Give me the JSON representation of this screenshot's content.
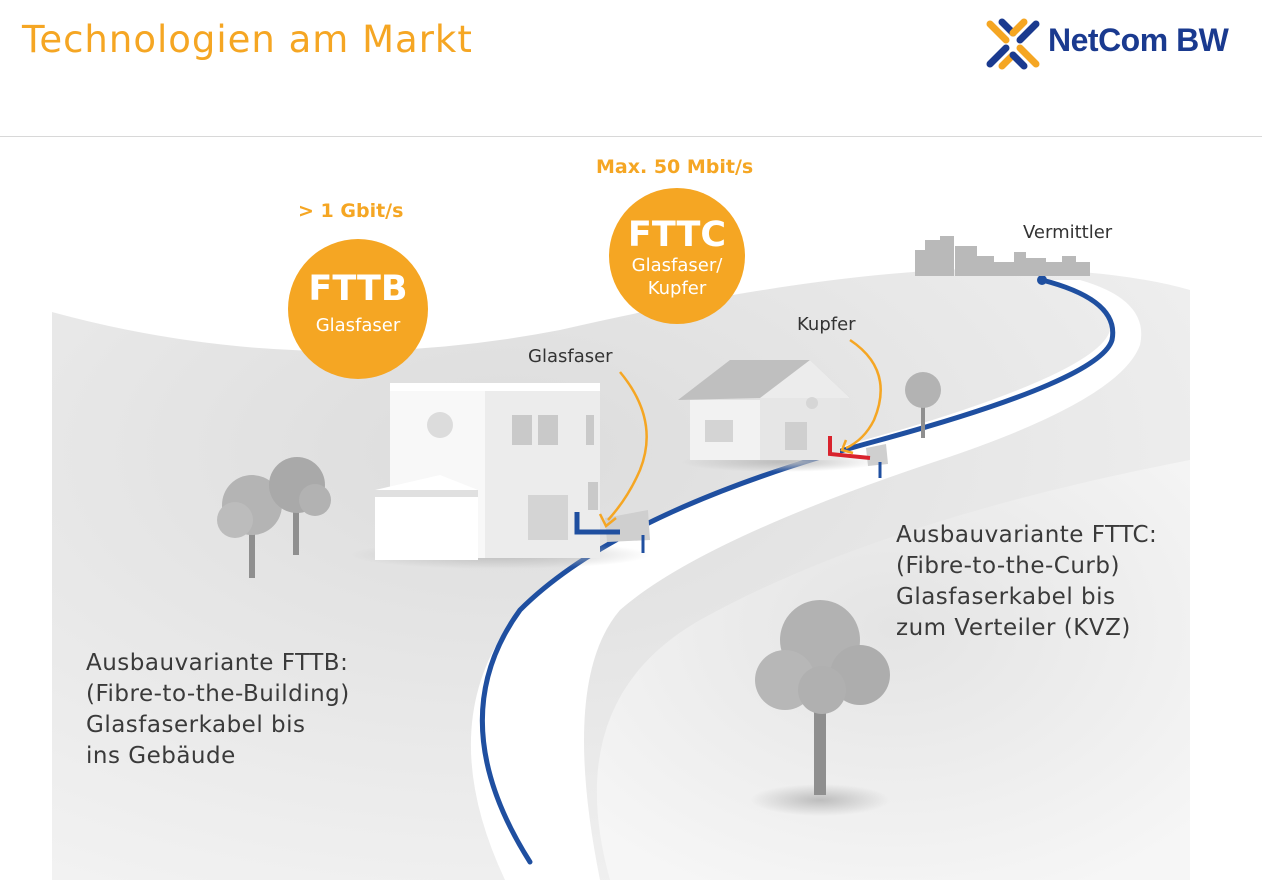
{
  "header": {
    "title": "Technologien am Markt",
    "logo_text": "NetCom BW"
  },
  "colors": {
    "accent": "#f5a623",
    "fibre": "#1f4fa0",
    "copper": "#d9232d",
    "ground": "#e2e2e2"
  },
  "fttb": {
    "speed": "> 1 Gbit/s",
    "title": "FTTB",
    "subtitle": "Glasfaser",
    "cable_label": "Glasfaser",
    "description": [
      "Ausbauvariante FTTB:",
      "(Fibre-to-the-Building)",
      "Glasfaserkabel bis",
      "ins Gebäude"
    ]
  },
  "fttc": {
    "speed": "Max. 50 Mbit/s",
    "title": "FTTC",
    "subtitle_line1": "Glasfaser/",
    "subtitle_line2": "Kupfer",
    "cable_label": "Kupfer",
    "description": [
      "Ausbauvariante FTTC:",
      "(Fibre-to-the-Curb)",
      "Glasfaserkabel bis",
      "zum Verteiler (KVZ)"
    ]
  },
  "exchange": {
    "label": "Vermittler"
  }
}
